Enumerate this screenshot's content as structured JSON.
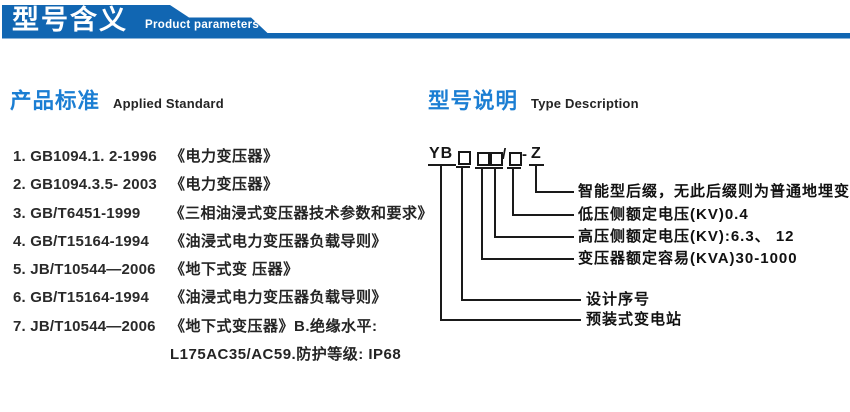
{
  "header": {
    "title_cn": "型号含义",
    "title_en": "Product parameters"
  },
  "standards_section": {
    "title_cn": "产品标准",
    "title_en": "Applied Standard",
    "items": [
      {
        "code": "1. GB1094.1. 2-1996",
        "title": "《电力变压器》"
      },
      {
        "code": "2. GB1094.3.5- 2003",
        "title": "《电力变压器》"
      },
      {
        "code": "3. GB/T6451-1999",
        "title": "《三相油浸式变压器技术参数和要求》"
      },
      {
        "code": "4. GB/T15164-1994",
        "title": "《油浸式电力变压器负载导则》"
      },
      {
        "code": "5. JB/T10544—2006",
        "title": "《地下式变 压器》"
      },
      {
        "code": "6. GB/T15164-1994",
        "title": "《油浸式电力变压器负载导则》"
      },
      {
        "code": "7. JB/T10544—2006",
        "title": "《地下式变压器》B.绝缘水平:"
      },
      {
        "code": "",
        "title": "L175AC35/AC59.防护等级: IP68"
      }
    ]
  },
  "type_section": {
    "title_cn": "型号说明",
    "title_en": "Type Description",
    "model_code": {
      "prefix": "YB",
      "slash": "/",
      "dash": "-",
      "suffix": "Z"
    },
    "annotations": [
      "智能型后缀，无此后缀则为普通地埋变",
      "低压侧额定电压(KV)0.4",
      "高压侧额定电压(KV):6.3、 12",
      "变压器额定容易(KVA)30-1000",
      "设计序号",
      "预装式变电站"
    ]
  },
  "colors": {
    "ribbon_blue": "#1166b2",
    "title_blue": "#1b7ed3",
    "text_dark": "#262626",
    "line_black": "#1a1a1a"
  }
}
